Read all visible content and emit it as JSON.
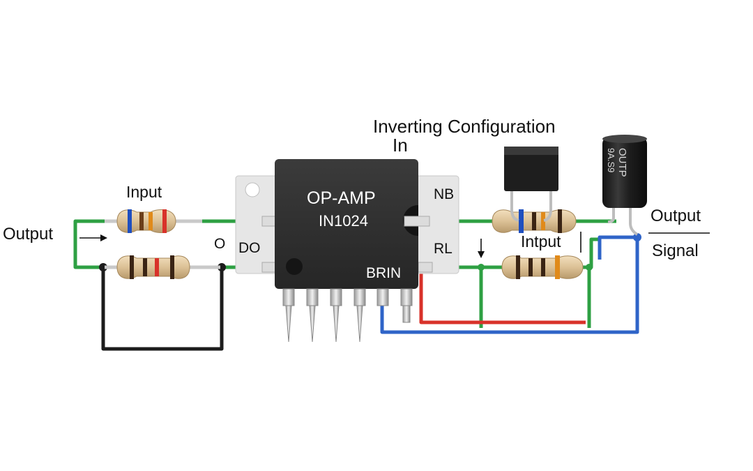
{
  "title_line1": "Inverting Configuration",
  "title_line2": "In",
  "chip": {
    "name": "OP-AMP",
    "part": "IN1024",
    "pin_nb": "NB",
    "pin_rl": "RL",
    "pin_do": "DO",
    "pin_brin": "BRIN"
  },
  "labels": {
    "input": "Input",
    "output_left": "Output",
    "o_node": "O",
    "intput": "Intput",
    "output_right": "Output",
    "signal": "Signal"
  },
  "capacitor_marking": {
    "line1": "OUTP",
    "line2": "9A.S9"
  },
  "colors": {
    "green_wire": "#2ea043",
    "blue_wire": "#2f64c8",
    "red_wire": "#d8322a",
    "black_wire": "#1c1c1c",
    "chip_body": "#2d2d2d",
    "resistor_body": "#e2c9a0"
  }
}
